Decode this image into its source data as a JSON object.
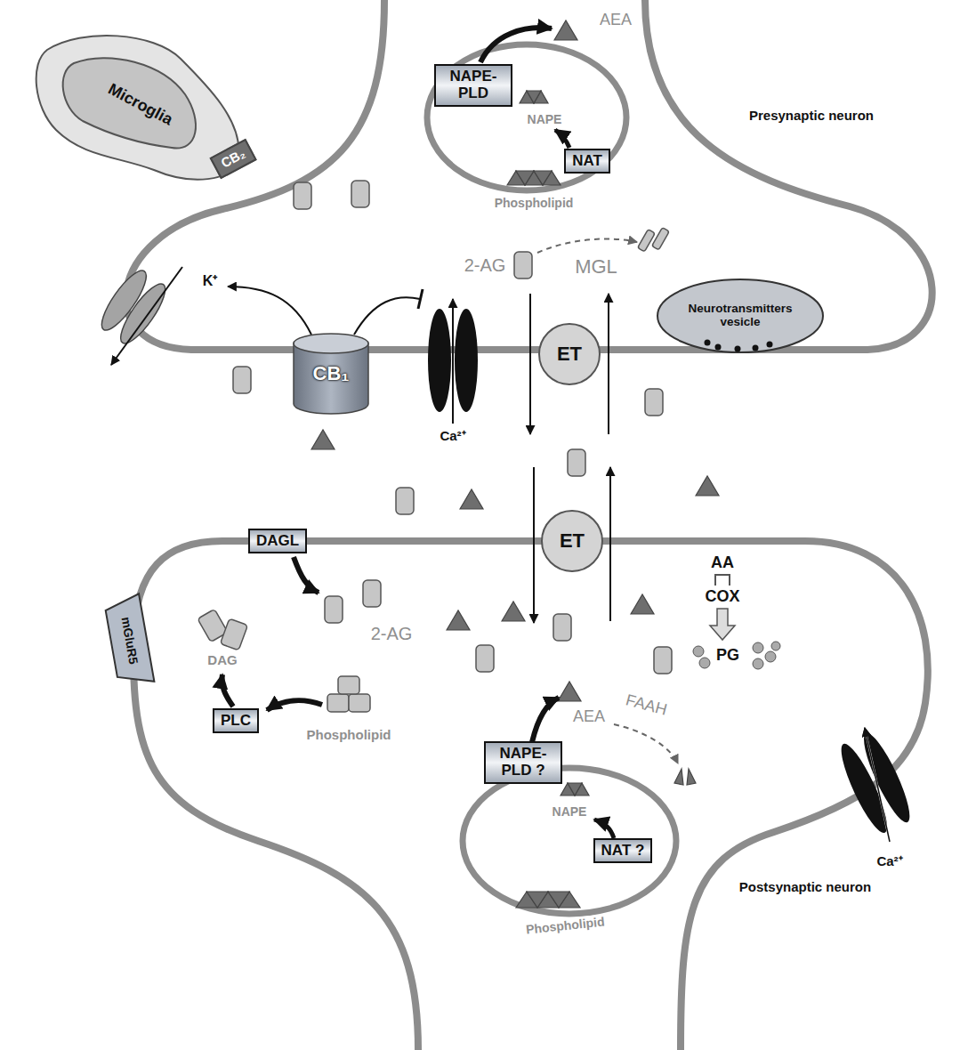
{
  "diagram": {
    "nodes": [
      {
        "text": [
          "Microglia"
        ]
      },
      {
        "text": [
          "CB₂"
        ]
      },
      {
        "text": [
          "NAPE-PLD"
        ]
      },
      {
        "text": [
          "NAT"
        ]
      },
      {
        "text": [
          "CB₁"
        ]
      },
      {
        "text": [
          "ET"
        ]
      },
      {
        "text": [
          "Neurotransmitters vesicle"
        ]
      },
      {
        "text": [
          "DAGL"
        ]
      },
      {
        "text": [
          "ET"
        ]
      },
      {
        "text": [
          "mGluR5"
        ]
      },
      {
        "text": [
          "PLC"
        ]
      },
      {
        "text": [
          "NAPE-PLD ?"
        ]
      },
      {
        "text": [
          "NAT ?"
        ]
      }
    ],
    "labels": [
      "AEA",
      "Presynaptic neuron",
      "NAPE",
      "Phospholipid",
      "2-AG",
      "MGL",
      "K⁺",
      "Ca²⁺",
      "2-AG",
      "DAG",
      "Phospholipid",
      "AA",
      "COX",
      "PG",
      "AEA",
      "FAAH",
      "NAPE",
      "Phospholipid",
      "Ca²⁺",
      "Postsynaptic neuron"
    ]
  }
}
